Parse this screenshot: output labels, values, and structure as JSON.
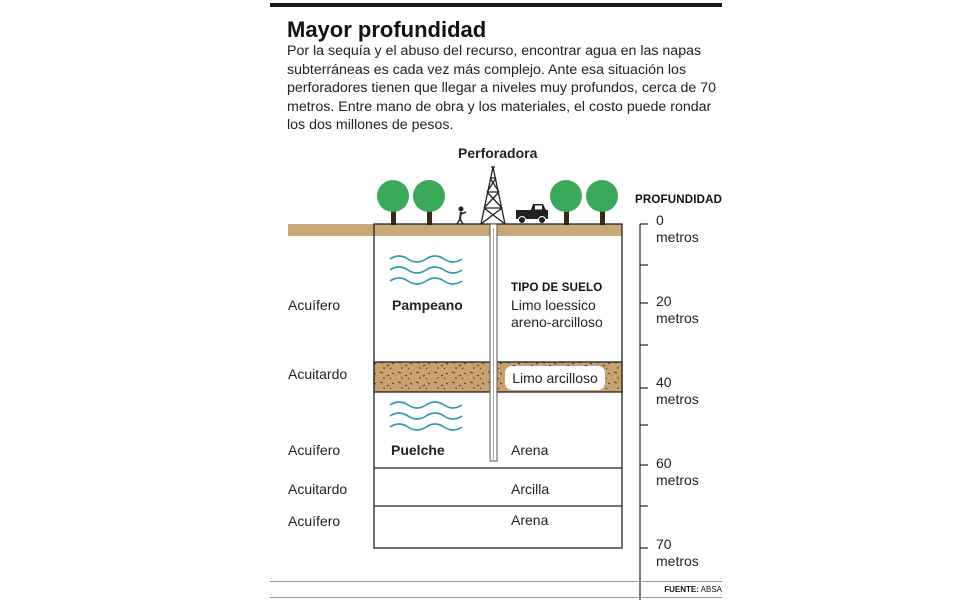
{
  "header": {
    "title": "Mayor profundidad",
    "intro": "Por la sequía y el abuso del recurso, encontrar agua en las napas subterráneas es cada vez más complejo. Ante esa situación los perforadores tienen que llegar a niveles muy profundos, cerca de 70 metros. Entre mano de obra y los materiales, el costo puede rondar los dos millones de pesos."
  },
  "diagram": {
    "drill_label": "Perforadora",
    "depth_header": "PROFUNDIDAD",
    "soil_type_header": "TIPO DE SUELO",
    "layers": [
      {
        "kind": "Acuífero",
        "name": "Pampeano",
        "soil_line1": "Limo loessico",
        "soil_line2": "areno-arcilloso"
      },
      {
        "kind": "Acuitardo",
        "soil": "Limo arcilloso"
      },
      {
        "kind": "Acuífero",
        "name": "Puelche",
        "soil": "Arena"
      },
      {
        "kind": "Acuitardo",
        "soil": "Arcilla"
      },
      {
        "kind": "Acuífero",
        "soil": "Arena"
      }
    ],
    "depth_marks": [
      {
        "value": "0",
        "unit": "metros"
      },
      {
        "value": "20",
        "unit": "metros"
      },
      {
        "value": "40",
        "unit": "metros"
      },
      {
        "value": "60",
        "unit": "metros"
      },
      {
        "value": "70",
        "unit": "metros"
      }
    ],
    "colors": {
      "ground": "#c9a878",
      "tree": "#3aaa5a",
      "water": "#2a9ab0",
      "aquitard": "#c9a170"
    }
  },
  "footer": {
    "source_label": "FUENTE:",
    "source_value": "ABSA"
  }
}
